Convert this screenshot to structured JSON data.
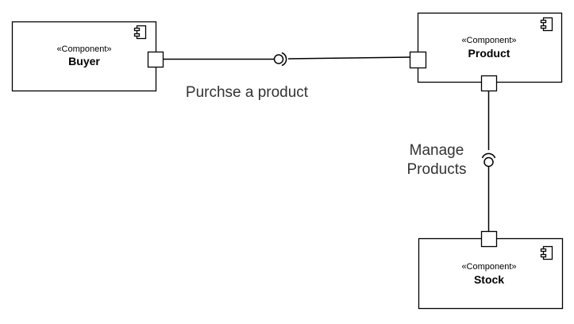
{
  "components": {
    "buyer": {
      "stereotype": "«Component»",
      "name": "Buyer"
    },
    "product": {
      "stereotype": "«Component»",
      "name": "Product"
    },
    "stock": {
      "stereotype": "«Component»",
      "name": "Stock"
    }
  },
  "interfaces": {
    "purchase": {
      "label": "Purchse a product"
    },
    "manage": {
      "label_line1": "Manage",
      "label_line2": "Products"
    }
  },
  "colors": {
    "stroke": "#000000",
    "fill": "#ffffff",
    "label": "#333333"
  }
}
